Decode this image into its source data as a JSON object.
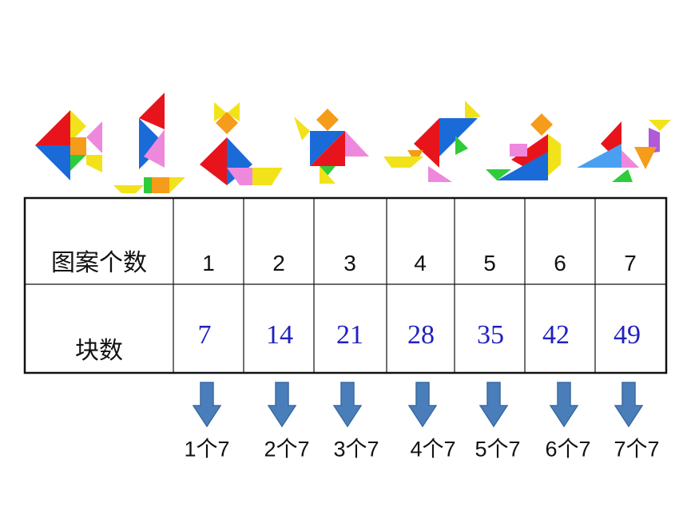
{
  "table": {
    "row1_header": "图案个数",
    "row2_header": "块数",
    "pattern_counts": [
      "1",
      "2",
      "3",
      "4",
      "5",
      "6",
      "7"
    ],
    "block_counts": [
      "7",
      "14",
      "21",
      "28",
      "35",
      "42",
      "49"
    ]
  },
  "captions": [
    "1个7",
    "2个7",
    "3个7",
    "4个7",
    "5个7",
    "6个7",
    "7个7"
  ],
  "colors": {
    "block_numbers": "#2020c0",
    "arrow_fill": "#4a7ebb",
    "arrow_stroke": "#3a6aa0",
    "tangram_red": "#e8141c",
    "tangram_blue": "#1a6ad8",
    "tangram_yellow": "#f2e21a",
    "tangram_orange": "#f59c1a",
    "tangram_pink": "#ee88dd",
    "tangram_green": "#2ecc3a",
    "tangram_purple": "#b05ad8"
  }
}
